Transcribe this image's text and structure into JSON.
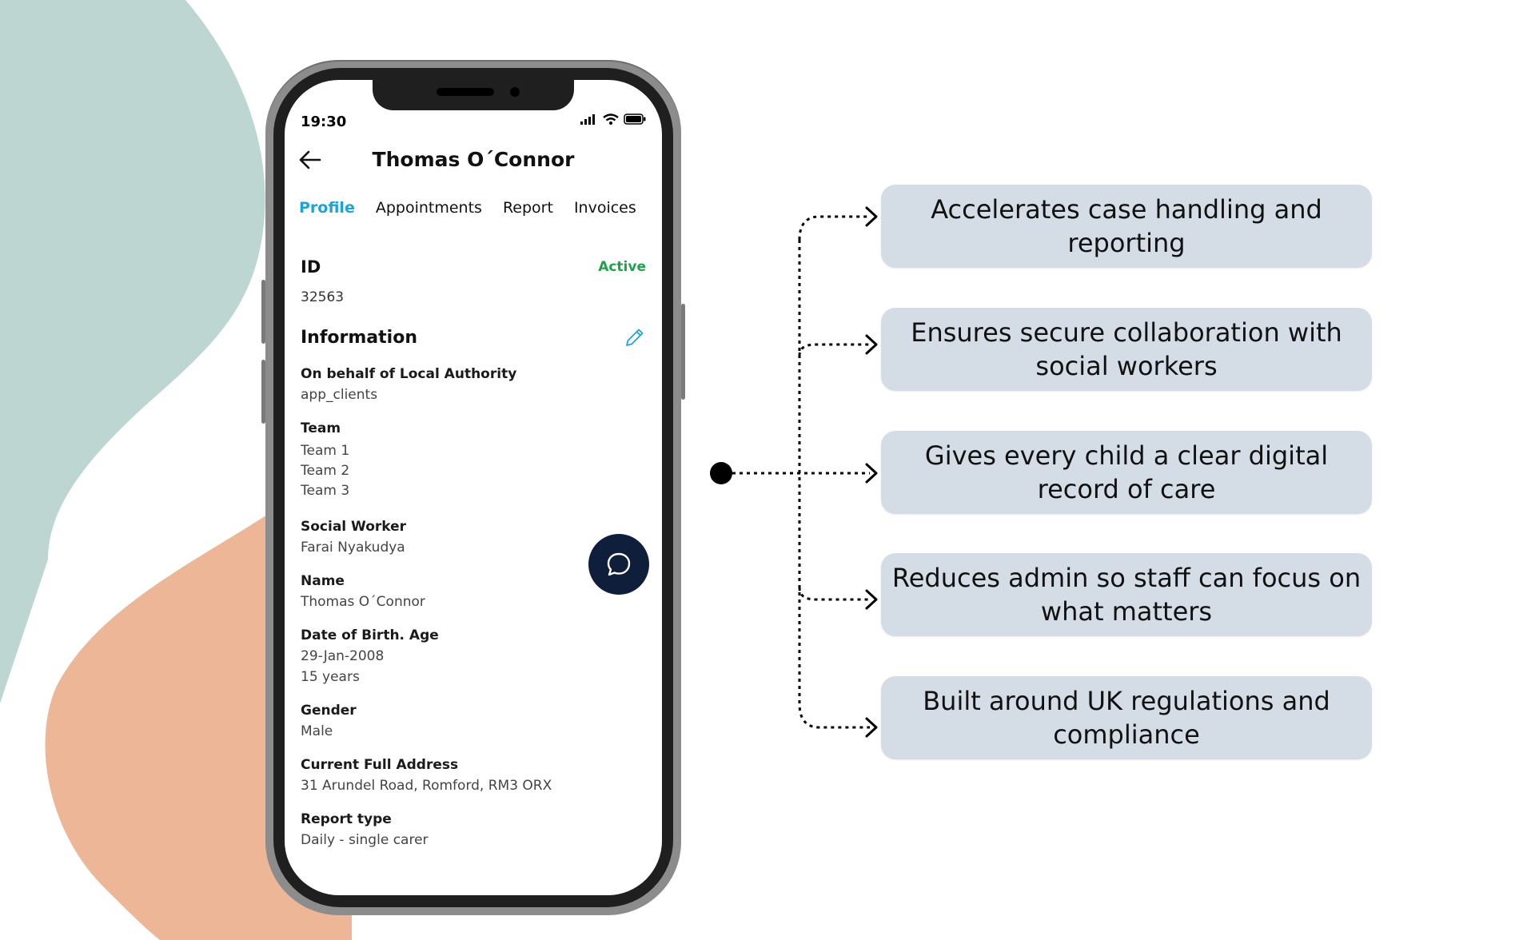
{
  "colors": {
    "teal_blob": "#bdd6d1",
    "peach_blob": "#ecb697",
    "accent_tab": "#1fa3d6",
    "active_status": "#21a24a",
    "chat_button": "#0f1e3a",
    "feature_box": "#d4dde6"
  },
  "phone": {
    "status_time": "19:30",
    "status_icons": [
      "signal-icon",
      "wifi-icon",
      "battery-icon"
    ],
    "title": "Thomas O´Connor",
    "tabs": [
      {
        "label": "Profile",
        "active": true
      },
      {
        "label": "Appointments",
        "active": false
      },
      {
        "label": "Report",
        "active": false
      },
      {
        "label": "Invoices",
        "active": false
      }
    ],
    "id_label": "ID",
    "status": "Active",
    "id_value": "32563",
    "information_heading": "Information",
    "fields": {
      "on_behalf_label": "On behalf of Local Authority",
      "on_behalf_value": "app_clients",
      "team_label": "Team",
      "team_values": [
        "Team 1",
        "Team 2",
        "Team 3"
      ],
      "social_worker_label": "Social Worker",
      "social_worker_value": "Farai Nyakudya",
      "name_label": "Name",
      "name_value": "Thomas O´Connor",
      "dob_label": "Date of Birth. Age",
      "dob_value": "29-Jan-2008",
      "age_value": "15 years",
      "gender_label": "Gender",
      "gender_value": "Male",
      "address_label": "Current Full Address",
      "address_value": "31 Arundel Road, Romford, RM3 ORX",
      "report_type_label": "Report type",
      "report_type_value": "Daily - single carer"
    }
  },
  "features": [
    "Accelerates case handling and reporting",
    "Ensures secure collaboration with social workers",
    "Gives every child a clear digital record of care",
    "Reduces admin so staff can focus on what matters",
    "Built around UK regulations and compliance"
  ]
}
